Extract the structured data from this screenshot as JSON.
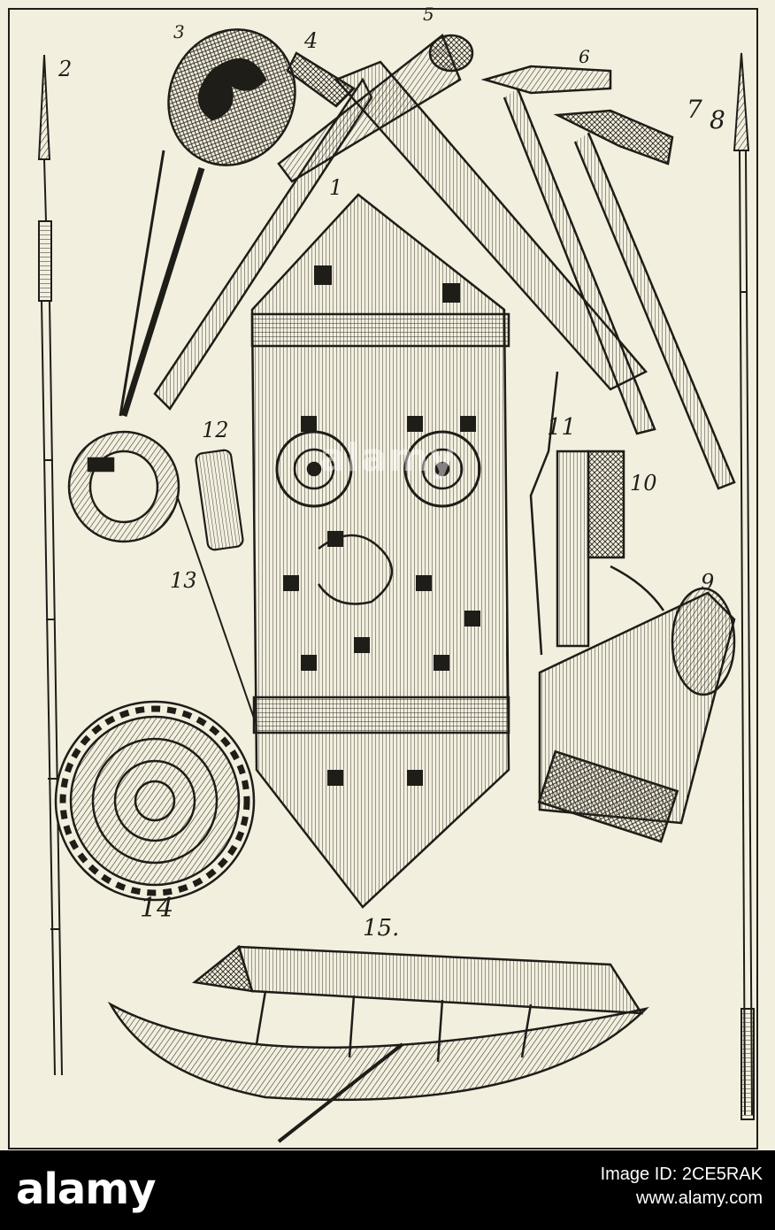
{
  "plate": {
    "labels": [
      "1",
      "2",
      "3",
      "4",
      "5",
      "6",
      "7",
      "8",
      "9",
      "10",
      "11",
      "12",
      "13",
      "14",
      "15."
    ],
    "watermark": "alamy"
  },
  "footer": {
    "logo": "alamy",
    "image_id_line": "Image ID: 2CE5RAK",
    "url": "www.alamy.com"
  },
  "colors": {
    "paper": "#f3efdf",
    "ink": "#1f1d18",
    "footer_bg": "#000000",
    "footer_text": "#ffffff"
  }
}
